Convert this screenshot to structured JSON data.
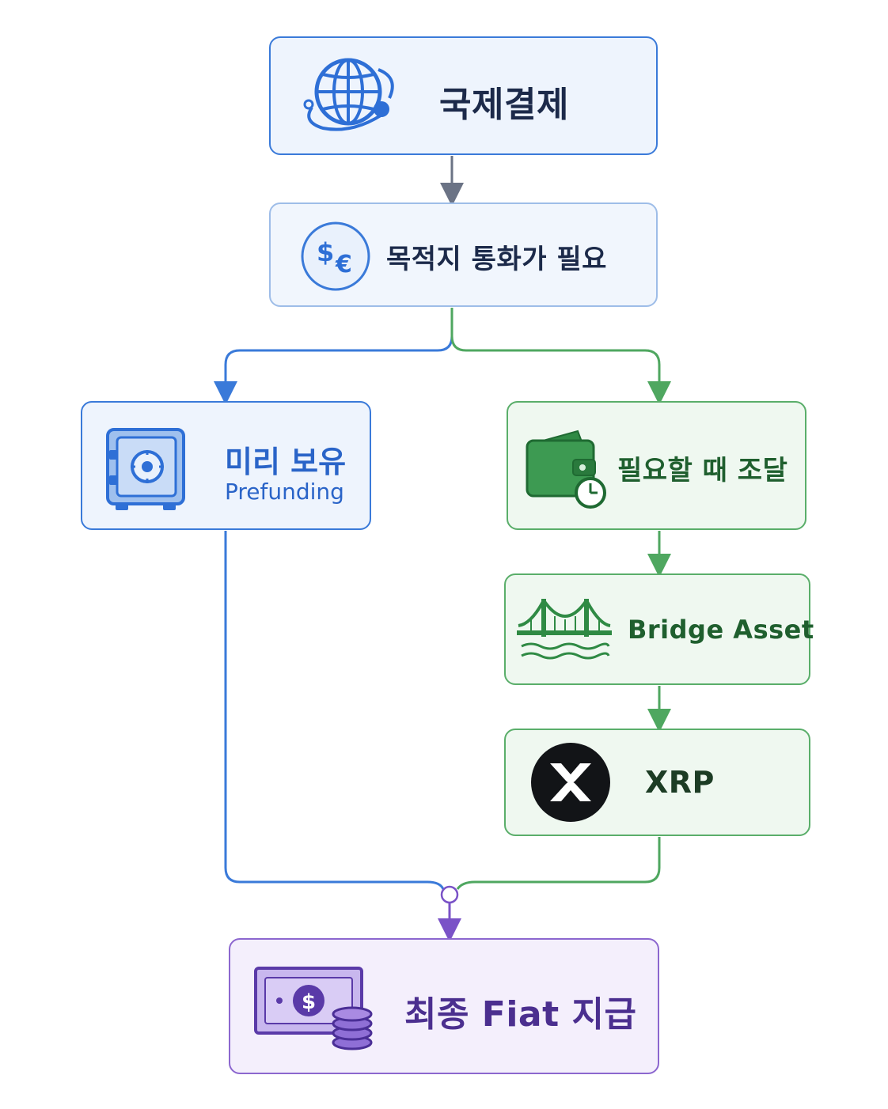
{
  "nodes": {
    "intl_payment": {
      "label": "국제결제",
      "icon": "globe-icon"
    },
    "destination_currency": {
      "label": "목적지 통화가 필요",
      "icon": "currency-exchange-icon"
    },
    "prefunding": {
      "label_ko": "미리 보유",
      "label_en": "Prefunding",
      "icon": "safe-icon"
    },
    "on_demand": {
      "label": "필요할 때 조달",
      "icon": "wallet-clock-icon"
    },
    "bridge_asset": {
      "label": "Bridge Asset",
      "icon": "bridge-icon"
    },
    "xrp": {
      "label": "XRP",
      "icon": "xrp-logo-icon"
    },
    "fiat_payout": {
      "label": "최종 Fiat 지급",
      "icon": "cash-coins-icon"
    }
  },
  "colors": {
    "blue": "#3a7ad9",
    "green": "#4fa760",
    "purple": "#7a52c7",
    "gray_arrow": "#6b7385"
  }
}
